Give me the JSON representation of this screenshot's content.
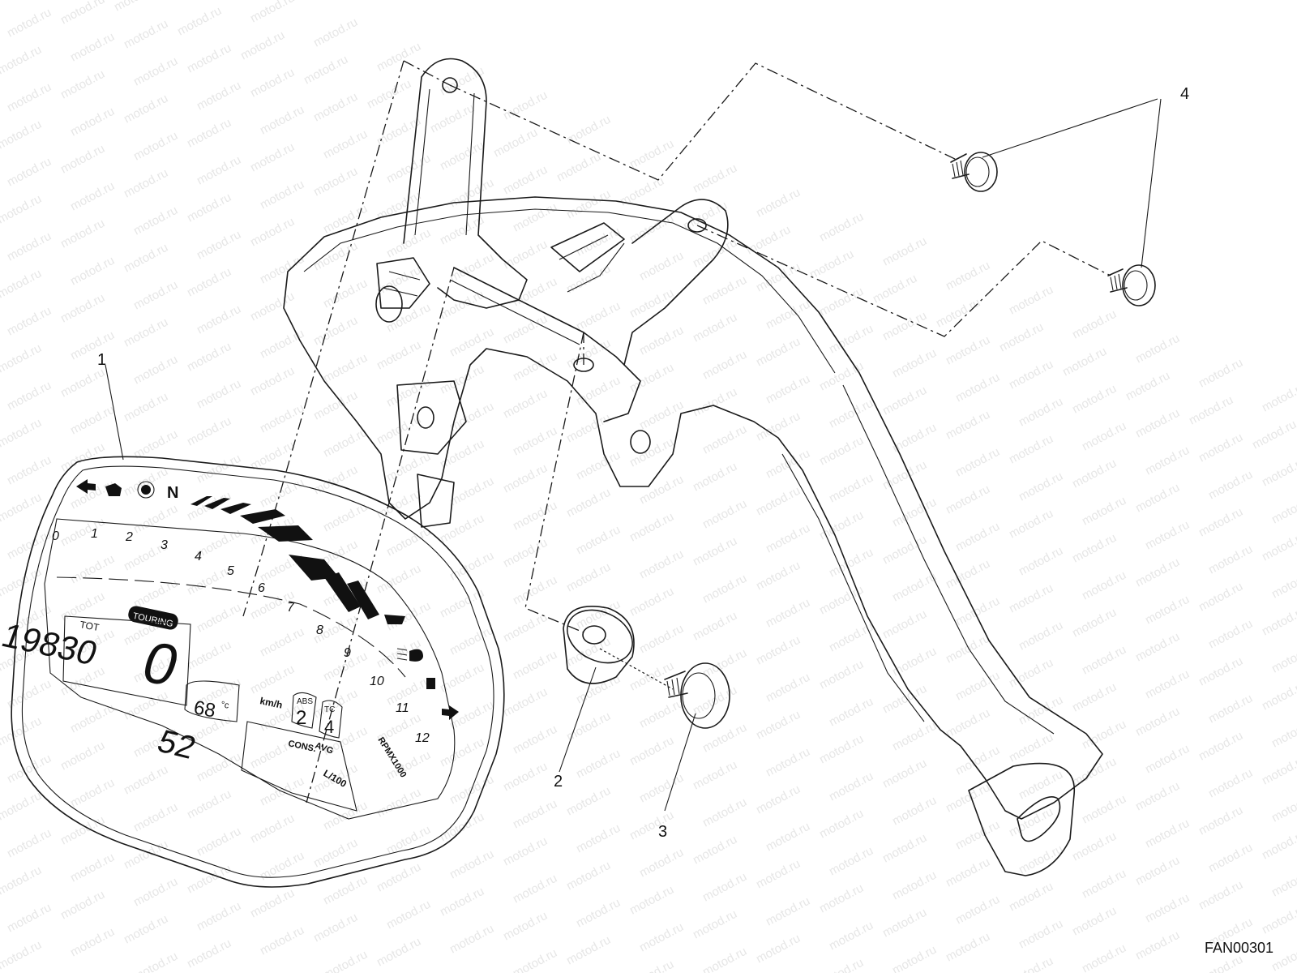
{
  "watermark": "motod.ru",
  "figure_code": "FAN00301",
  "callouts": [
    "1",
    "2",
    "3",
    "4"
  ],
  "dashboard": {
    "indicator_n": "N",
    "rpm_scale": [
      "0",
      "1",
      "2",
      "3",
      "4",
      "5",
      "6",
      "7",
      "8",
      "9",
      "10",
      "11",
      "12"
    ],
    "rpm_unit": "RPMX1000",
    "mode": "TOURING",
    "tot_label": "TOT",
    "odometer": "19830",
    "temperature": "68",
    "temp_unit": "°c",
    "speed": "0",
    "speed_unit": "km/h",
    "abs_label": "ABS",
    "abs_value": "2",
    "tc_label": "TC",
    "tc_value": "4",
    "cons_label": "CONS.",
    "avg_label": "AVG",
    "consumption": "52",
    "cons_unit": "L/100"
  },
  "colors": {
    "line": "#1a1a1a",
    "watermark": "#e6e6e6",
    "background": "#ffffff"
  }
}
